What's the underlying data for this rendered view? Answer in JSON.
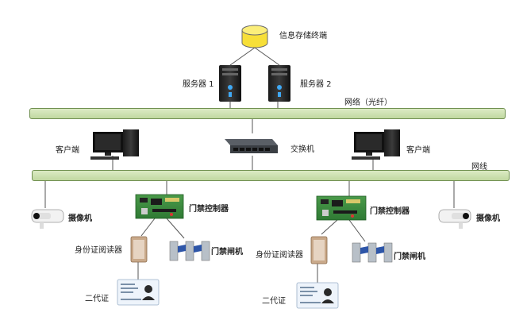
{
  "labels": {
    "storage": "信息存储终端",
    "server1": "服务器 1",
    "server2": "服务器 2",
    "network_fiber": "网络（光纤）",
    "client_left": "客户端",
    "switch": "交换机",
    "client_right": "客户端",
    "network_wire": "网线",
    "camera_left": "摄像机",
    "controller_left": "门禁控制器",
    "controller_right": "门禁控制器",
    "camera_right": "摄像机",
    "reader_left": "身份证阅读器",
    "gate_left": "门禁闸机",
    "reader_right": "身份证阅读器",
    "gate_right": "门禁闸机",
    "idcard_left": "二代证",
    "idcard_right": "二代证"
  },
  "colors": {
    "bus_fill": "#c8ddb0",
    "bus_border": "#6f8f4f",
    "line": "#555555",
    "storage_fill": "#f7df38"
  }
}
